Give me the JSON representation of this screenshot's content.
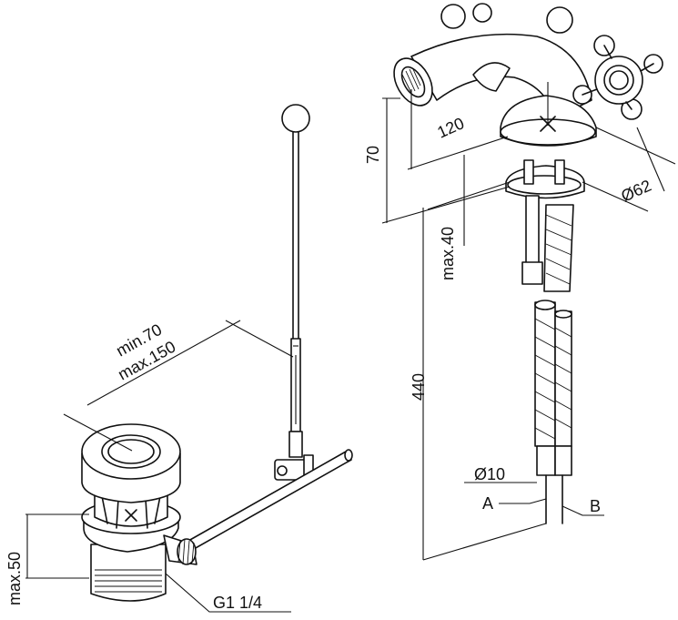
{
  "drawing": {
    "dimensions": {
      "waste_min": "min.70",
      "waste_max": "max.150",
      "waste_height": "max.50",
      "waste_thread": "G1 1/4",
      "tap_height": "70",
      "tap_projection": "120",
      "tap_base_diameter": "Ø62",
      "deck_thickness": "max.40",
      "overall_height": "440",
      "hose_diameter": "Ø10",
      "inlet_a": "A",
      "inlet_b": "B"
    }
  }
}
